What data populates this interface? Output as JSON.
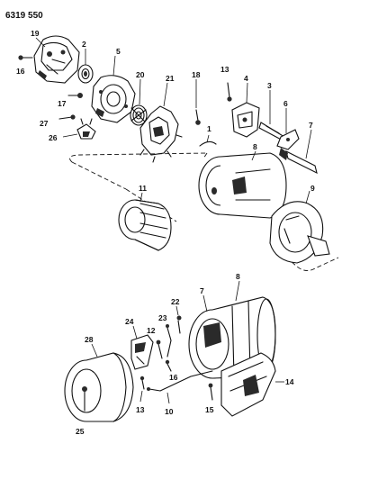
{
  "header": {
    "code": "6319 550"
  },
  "callouts": {
    "c19": "19",
    "c2": "2",
    "c5": "5",
    "c16": "16",
    "c20": "20",
    "c21": "21",
    "c18": "18",
    "c13a": "13",
    "c4": "4",
    "c3": "3",
    "c6": "6",
    "c7a": "7",
    "c17": "17",
    "c27": "27",
    "c26": "26",
    "c1": "1",
    "c8a": "8",
    "c11": "11",
    "c9": "9",
    "c22": "22",
    "c8b": "8",
    "c7b": "7",
    "c24": "24",
    "c23": "23",
    "c12": "12",
    "c28": "28",
    "c16b": "16",
    "c13b": "13",
    "c10": "10",
    "c15": "15",
    "c14": "14",
    "c25": "25"
  }
}
